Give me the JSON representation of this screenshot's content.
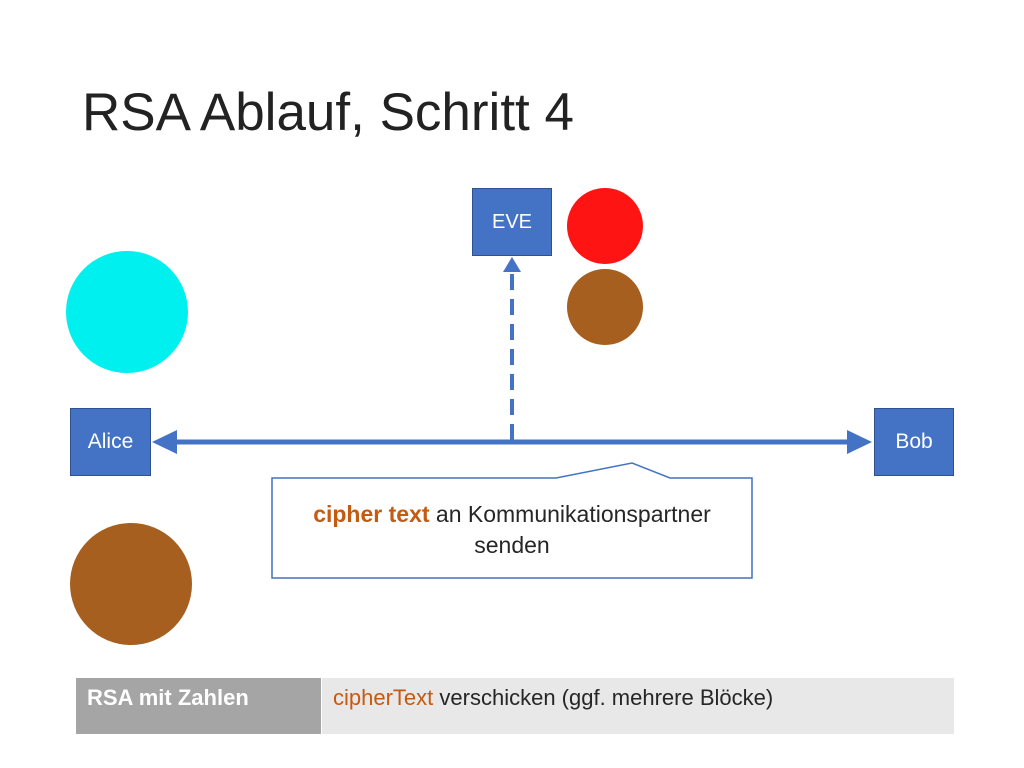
{
  "slide": {
    "title": "RSA Ablauf, Schritt 4"
  },
  "diagram": {
    "eve": {
      "label": "EVE"
    },
    "alice": {
      "label": "Alice"
    },
    "bob": {
      "label": "Bob"
    },
    "callout": {
      "highlight": "cipher text",
      "line1_rest": "an Kommunikationspartner",
      "line2": "senden"
    }
  },
  "footer_table": {
    "label": "RSA mit Zahlen",
    "highlight": "cipherText",
    "text": "verschicken (ggf. mehrere Blöcke)"
  },
  "colors": {
    "box_fill": "#4472C4",
    "box_border": "#2F528F",
    "arrow": "#4472C4",
    "highlight_text": "#C55A11",
    "circle_cyan": "#00EFEF",
    "circle_red": "#FF1414",
    "circle_brown": "#A65F1E",
    "table_label_bg": "#A5A5A5",
    "table_content_bg": "#E8E8E8"
  }
}
